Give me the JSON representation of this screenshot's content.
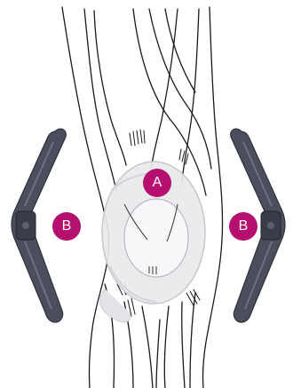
{
  "labels": {
    "pad": "A",
    "splint_left": "B",
    "splint_right": "B"
  },
  "colors": {
    "badge": "#b5106f",
    "splint": "#4b4e5c",
    "splint_highlight": "#6d7080",
    "pad": "#e9e9ec",
    "line": "#1a1a1a"
  }
}
